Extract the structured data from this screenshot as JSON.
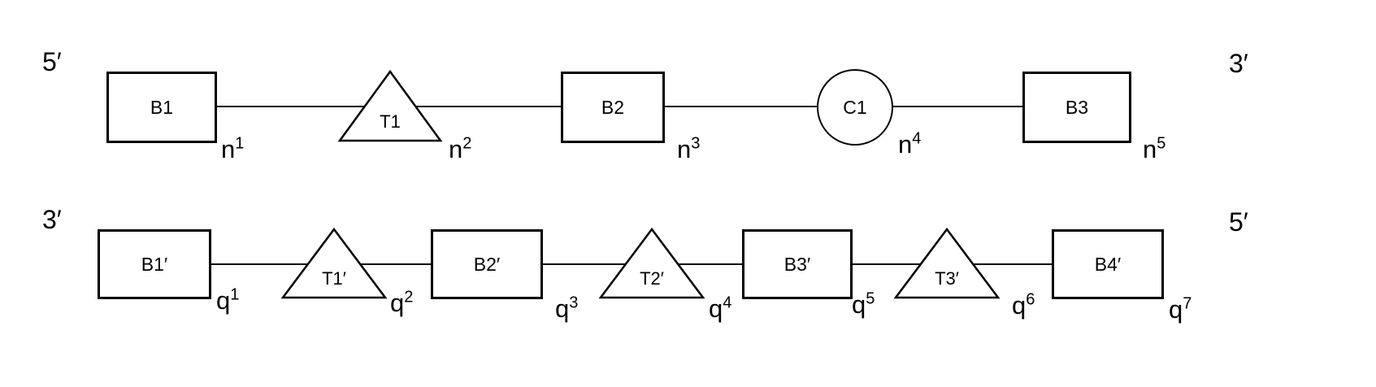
{
  "strands": [
    {
      "start_label": "5′",
      "end_label": "3′",
      "elements": [
        {
          "shape": "rect",
          "label": "B1"
        },
        {
          "shape": "triangle",
          "label": "T1"
        },
        {
          "shape": "rect",
          "label": "B2"
        },
        {
          "shape": "circle",
          "label": "C1"
        },
        {
          "shape": "rect",
          "label": "B3"
        }
      ],
      "node_labels": [
        {
          "base": "n",
          "sup": "1"
        },
        {
          "base": "n",
          "sup": "2"
        },
        {
          "base": "n",
          "sup": "3"
        },
        {
          "base": "n",
          "sup": "4"
        },
        {
          "base": "n",
          "sup": "5"
        }
      ]
    },
    {
      "start_label": "3′",
      "end_label": "5′",
      "elements": [
        {
          "shape": "rect",
          "label": "B1′"
        },
        {
          "shape": "triangle",
          "label": "T1′"
        },
        {
          "shape": "rect",
          "label": "B2′"
        },
        {
          "shape": "triangle",
          "label": "T2′"
        },
        {
          "shape": "rect",
          "label": "B3′"
        },
        {
          "shape": "triangle",
          "label": "T3′"
        },
        {
          "shape": "rect",
          "label": "B4′"
        }
      ],
      "node_labels": [
        {
          "base": "q",
          "sup": "1"
        },
        {
          "base": "q",
          "sup": "2"
        },
        {
          "base": "q",
          "sup": "3"
        },
        {
          "base": "q",
          "sup": "4"
        },
        {
          "base": "q",
          "sup": "5"
        },
        {
          "base": "q",
          "sup": "6"
        },
        {
          "base": "q",
          "sup": "7"
        }
      ]
    }
  ],
  "colors": {
    "stroke": "#000000",
    "background": "#ffffff"
  }
}
